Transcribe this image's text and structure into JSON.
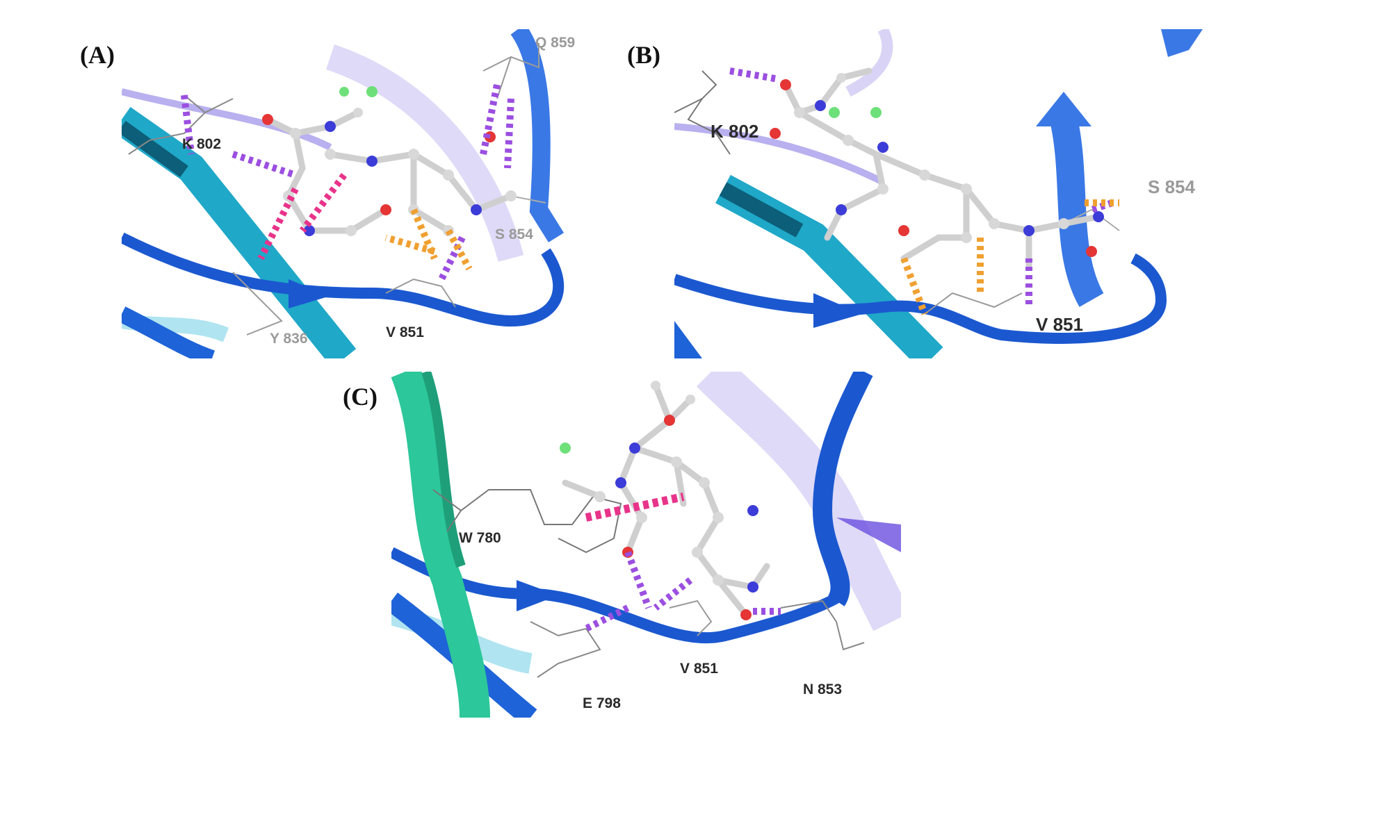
{
  "colors": {
    "ribbon_teal": "#2bb3c4",
    "ribbon_blue": "#1f5fd6",
    "ribbon_purple": "#8a78e0",
    "ribbon_green": "#2cc79a",
    "carbon": "#d8d8d8",
    "nitrogen": "#3b3bd6",
    "oxygen": "#d62424",
    "fluorine": "#6ee07a",
    "hbond": "#9b4fe0",
    "pi_interaction": "#e8338a",
    "halogen_contact": "#f0a030"
  },
  "panels": [
    {
      "letter": "(A)",
      "residues": [
        "K 802",
        "Q 859",
        "S 854",
        "Y 836",
        "V 851"
      ]
    },
    {
      "letter": "(B)",
      "residues": [
        "K 802",
        "S 854",
        "V 851"
      ]
    },
    {
      "letter": "(C)",
      "residues": [
        "W 780",
        "V 851",
        "E 798",
        "N 853"
      ]
    }
  ]
}
